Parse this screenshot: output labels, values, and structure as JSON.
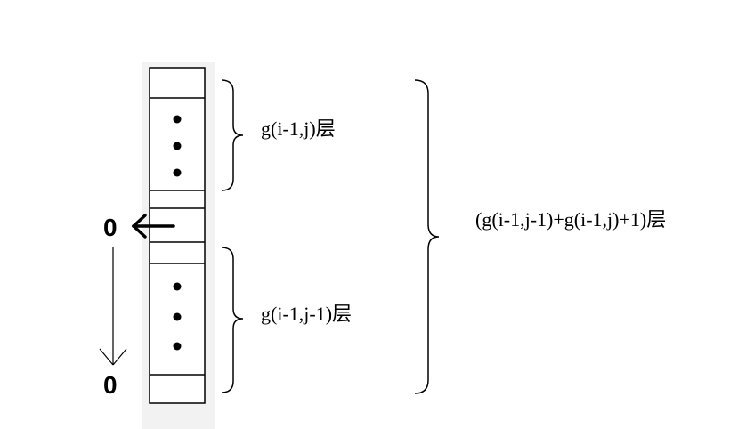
{
  "labels": {
    "upper_brace": "g(i-1,j)层",
    "lower_brace": "g(i-1,j-1)层",
    "total_brace": "(g(i-1,j-1)+g(i-1,j)+1)层",
    "zero_top": "0",
    "zero_bottom": "0"
  },
  "colors": {
    "stroke": "#000000",
    "shadow": "#f2f2f2",
    "background": "#ffffff"
  }
}
